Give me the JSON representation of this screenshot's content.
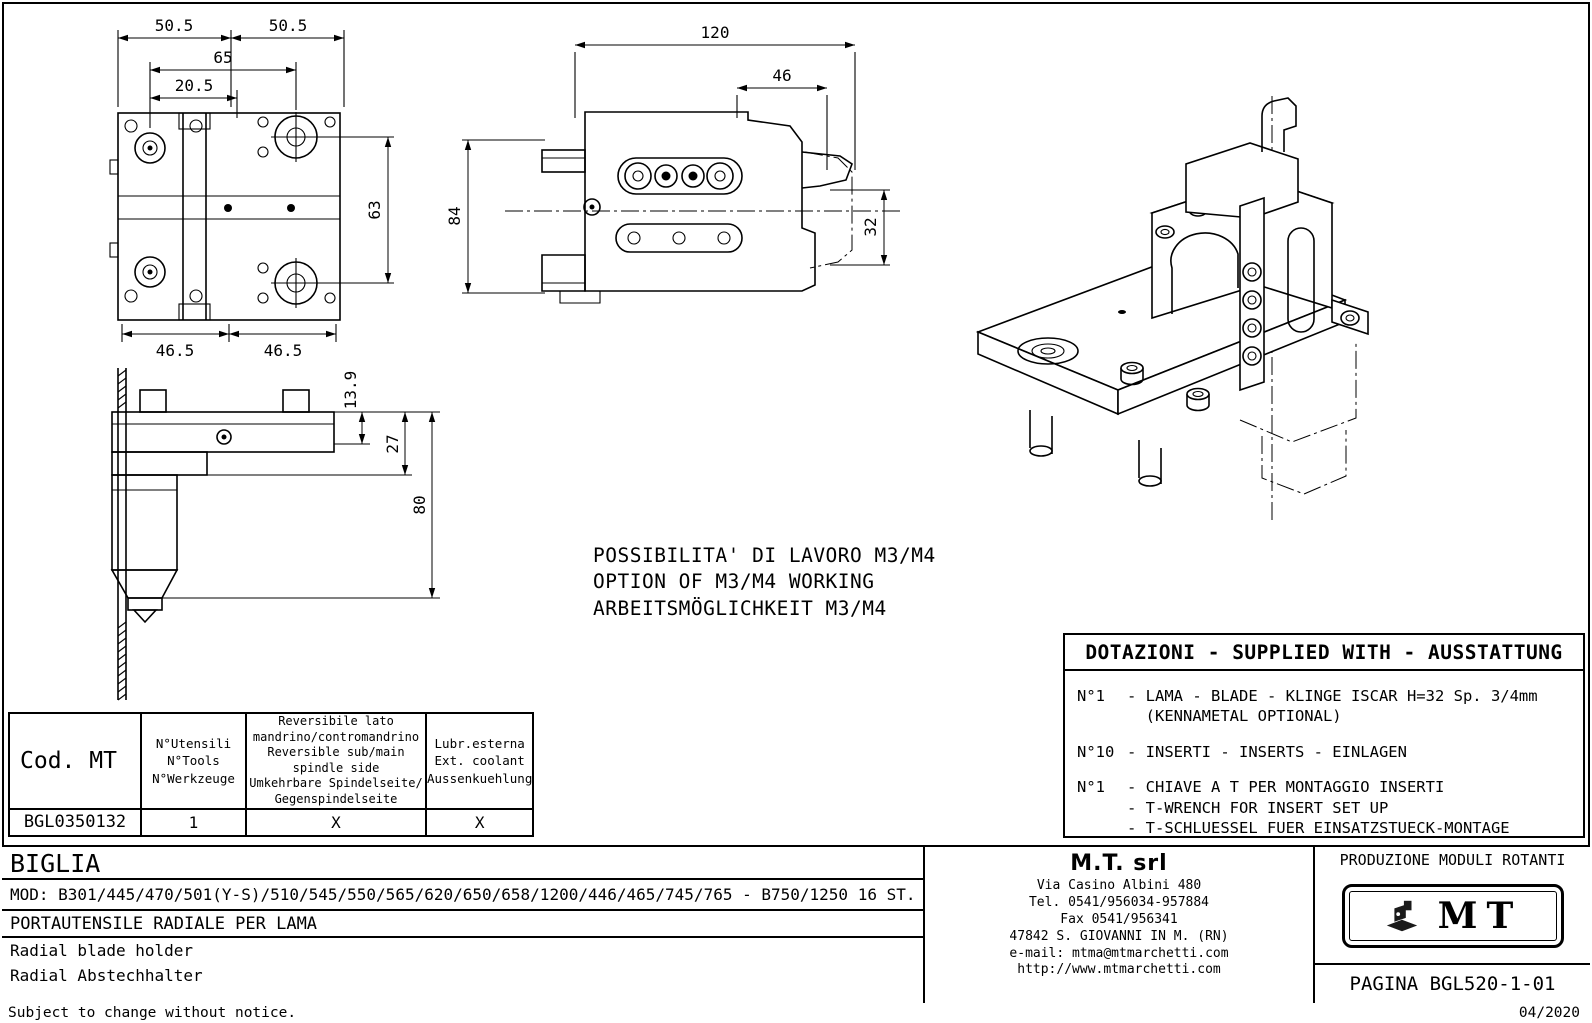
{
  "drawing": {
    "front_view": {
      "dim_top_a": "50.5",
      "dim_top_b": "50.5",
      "dim_65": "65",
      "dim_20_5": "20.5",
      "dim_63": "63",
      "dim_bottom_a": "46.5",
      "dim_bottom_b": "46.5"
    },
    "side_view": {
      "dim_120": "120",
      "dim_46": "46",
      "dim_84": "84",
      "dim_32": "32"
    },
    "profile_view": {
      "dim_13_9": "13.9",
      "dim_27": "27",
      "dim_80": "80"
    },
    "note": "POSSIBILITA' DI LAVORO M3/M4\nOPTION OF M3/M4 WORKING\nARBEITSMÖGLICHKEIT M3/M4"
  },
  "spec_table": {
    "headers": {
      "code": "Cod. MT",
      "tools": "N°Utensili\nN°Tools\nN°Werkzeuge",
      "reversible": "Reversibile lato\nmandrino/contromandrino\nReversible sub/main\nspindle side\nUmkehrbare Spindelseite/\nGegenspindelseite",
      "coolant": "Lubr.esterna\nExt. coolant\nAussenkuehlung"
    },
    "row": {
      "code": "BGL0350132",
      "tools": "1",
      "reversible": "X",
      "coolant": "X"
    }
  },
  "supplied_with": {
    "title": "DOTAZIONI - SUPPLIED WITH - AUSSTATTUNG",
    "items": [
      {
        "qty": "N°1",
        "text": "- LAMA - BLADE - KLINGE ISCAR H=32 Sp. 3/4mm\n  (KENNAMETAL OPTIONAL)"
      },
      {
        "qty": "N°10",
        "text": "- INSERTI - INSERTS - EINLAGEN"
      },
      {
        "qty": "N°1",
        "text": "- CHIAVE A T PER MONTAGGIO INSERTI\n- T-WRENCH FOR INSERT SET UP\n- T-SCHLUESSEL FUER EINSATZSTUECK-MONTAGE"
      }
    ]
  },
  "title_block": {
    "brand": "BIGLIA",
    "models": "MOD: B301/445/470/501(Y-S)/510/545/550/565/620/650/658/1200/446/465/745/765 - B750/1250 16 ST.",
    "description_it": "PORTAUTENSILE RADIALE PER LAMA",
    "description_en": "Radial blade holder",
    "description_de": "Radial Abstechhalter",
    "company_name": "M.T. srl",
    "company_address": "Via Casino Albini 480\nTel. 0541/956034-957884\nFax 0541/956341\n47842 S. GIOVANNI IN M. (RN)\ne-mail: mtma@mtmarchetti.com\nhttp://www.mtmarchetti.com",
    "production": "PRODUZIONE MODULI ROTANTI",
    "logo_text": "MT",
    "page": "PAGINA BGL520-1-01"
  },
  "footer": {
    "left": "Subject to change without notice.",
    "right": "04/2020"
  }
}
